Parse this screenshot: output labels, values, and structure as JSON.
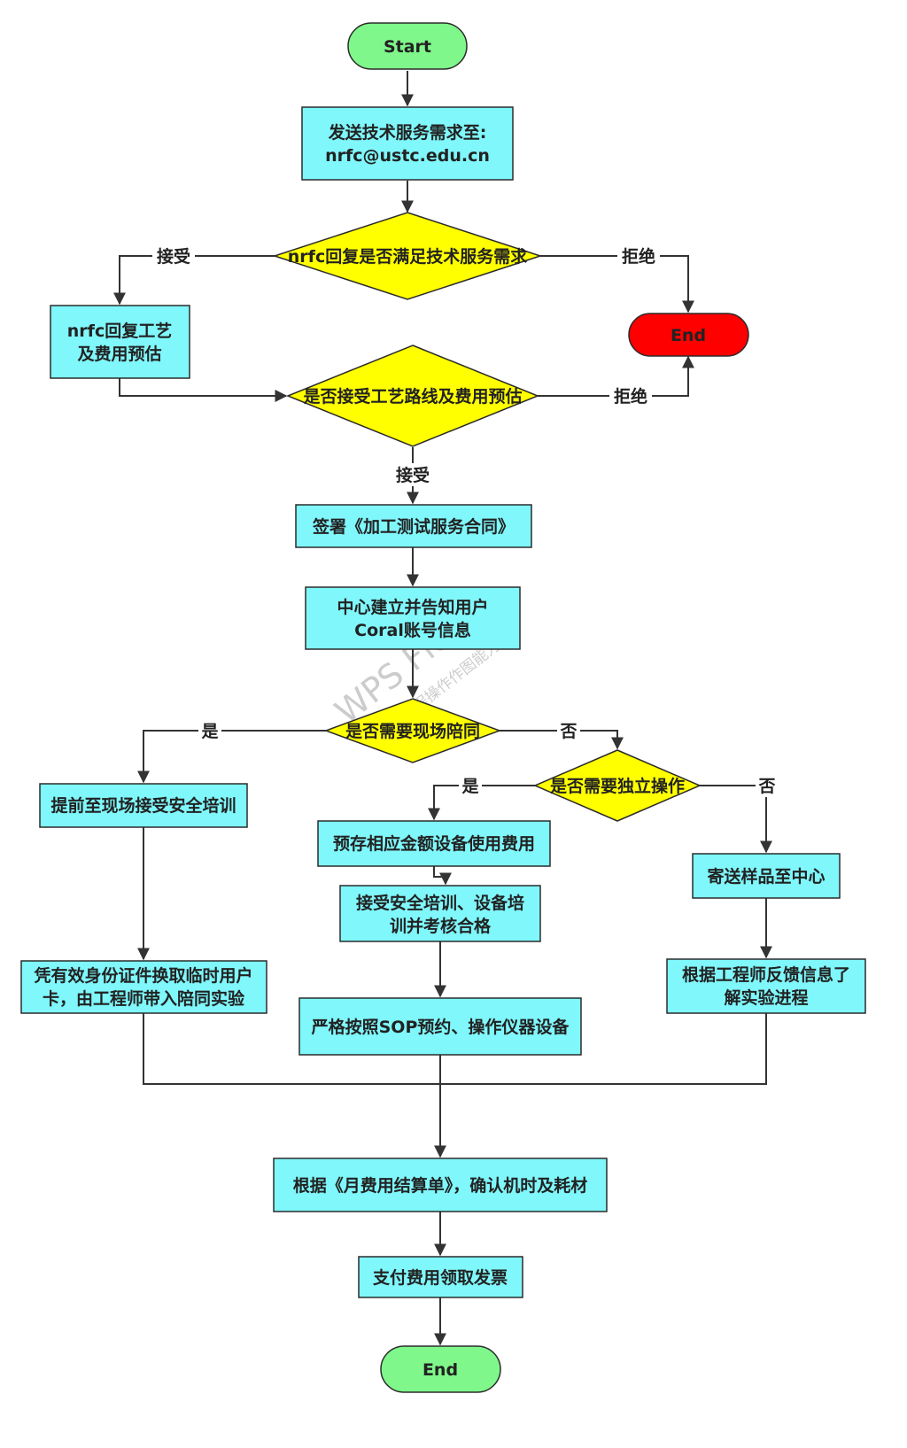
{
  "colors": {
    "process": "#7ff7fb",
    "decision": "#ffff00",
    "start_end": "#7ff78a",
    "reject_end": "#ff0000",
    "line": "#333333"
  },
  "nodes": {
    "start": "Start",
    "send_line1": "发送技术服务需求至:",
    "send_line2": "nrfc@ustc.edu.cn",
    "decision_reply": "nrfc回复是否满足技术服务需求",
    "reply_line1": "nrfc回复工艺",
    "reply_line2": "及费用预估",
    "end_reject": "End",
    "decision_accept": "是否接受工艺路线及费用预估",
    "sign_contract": "签署《加工测试服务合同》",
    "account_line1": "中心建立并告知用户",
    "account_line2": "Coral账号信息",
    "decision_onsite": "是否需要现场陪同",
    "safety_training": "提前至现场接受安全培训",
    "decision_independent": "是否需要独立操作",
    "prepay": "预存相应金额设备使用费用",
    "mail_sample": "寄送样品至中心",
    "temp_card_line1": "凭有效身份证件换取临时用户",
    "temp_card_line2": "卡，由工程师带入陪同实验",
    "training_line1": "接受安全培训、设备培",
    "training_line2": "训并考核合格",
    "progress_line1": "根据工程师反馈信息了",
    "progress_line2": "解实验进程",
    "sop": "严格按照SOP预约、操作仪器设备",
    "monthly": "根据《月费用结算单》，确认机时及耗材",
    "pay": "支付费用领取发票",
    "end_final": "End"
  },
  "edge_labels": {
    "accept_1": "接受",
    "reject_1": "拒绝",
    "reject_2": "拒绝",
    "accept_2": "接受",
    "yes_1": "是",
    "no_1": "否",
    "yes_2": "是",
    "no_2": "否"
  },
  "watermark": {
    "line1": "WPS Flow",
    "line2": "WPS 流程操作作图能力"
  }
}
